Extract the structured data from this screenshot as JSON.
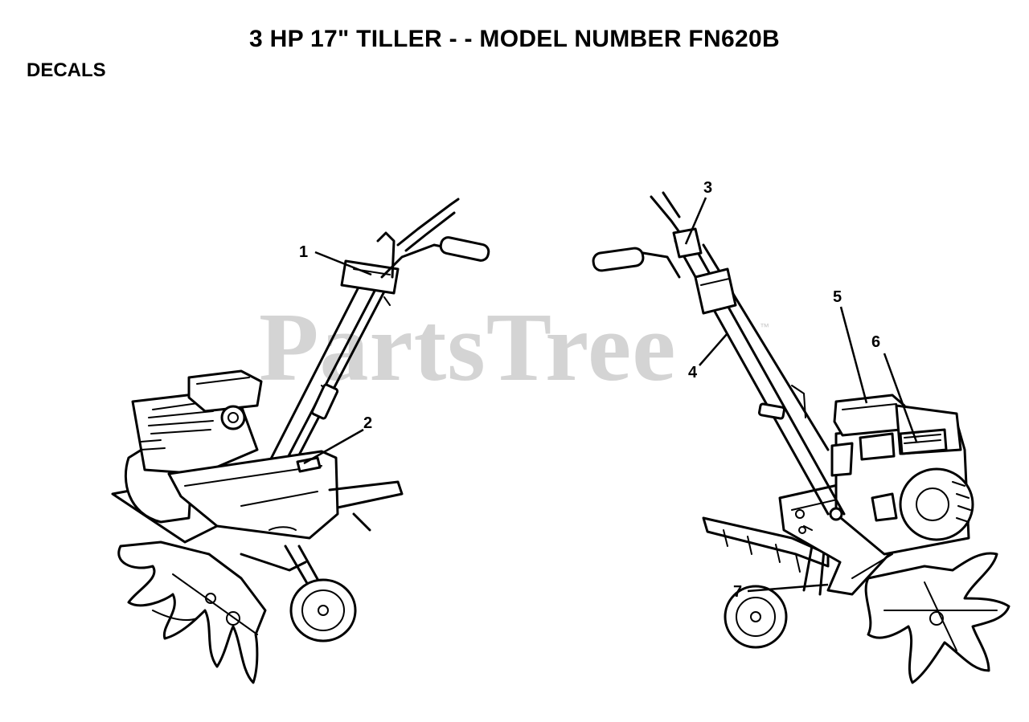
{
  "title": "3 HP 17\" TILLER - - MODEL NUMBER FN620B",
  "section": "DECALS",
  "watermark": "PartsTree",
  "watermark_tm": "™",
  "callouts": [
    "1",
    "2",
    "3",
    "4",
    "5",
    "6",
    "7"
  ]
}
